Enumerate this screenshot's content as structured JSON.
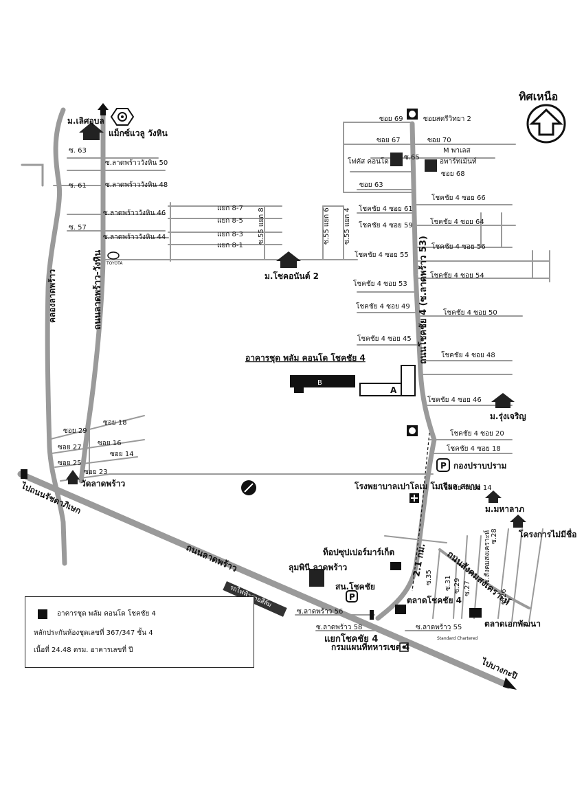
{
  "north": "ทิศเหนือ",
  "roads": {
    "lat_phrao": "ถนนลาดพร้าว",
    "lat_phrao_wang_hin": "ถนนลาดพร้าว-วังหิน",
    "chok_chai_4": "ถนนโชคชัย 4 (ซ.ลาดพร้าว 53)",
    "sena_song_khro": "ถนนสังคมสงเคราะห์",
    "canal": "คลองลาดพร้าว",
    "distance": "2.1 กม.",
    "to_kaset": "ไปถนนรัชดาภิเษก",
    "to_bang_kapi": "ไปบางกะปิ"
  },
  "places": {
    "lert_udom": "ม.เลิศอุบล",
    "makro": "แม็กซ์แวลู วังหิน",
    "toyota": "TOYOTA",
    "chok_anan": "ม.โชคอนันต์ 2",
    "focus_condo": "โฟคัส คอนโด",
    "m_place": "M พาเลส",
    "apartment": "อพาร์ทเม้นท์",
    "building_title": "อาคารชุด พลัม คอนโด โชคชัย 4",
    "building_b": "B",
    "building_a": "A",
    "rung_charoen": "ม.รุ่งเจริญ",
    "police": "กองปราบปราม",
    "hospital": "โรงพยาบาลเปาโลเม โมเรียล สยาม",
    "maha_lap": "ม.มหาลาภ",
    "project": "โครงการไม่มีชื่อ",
    "wat": "วัดลาดพร้าว",
    "tops": "ท็อปซุปเปอร์มาร์เก็ต",
    "lumpini": "ลุมพินี ลาดพร้าว",
    "post": "สน.โชคชัย",
    "market_chok": "ตลาดโชคชัย 4",
    "market_ek": "ตลาดเอกพัฒนา",
    "intersection": "แยกโชคชัย 4",
    "military": "กรมแผนที่ทหารเขต 4",
    "standard": "Standard Chartered",
    "bts": "รถไฟฟ้าสายสีส้ม"
  },
  "left_sois": [
    "ซ. 63",
    "ซ.ลาดพร้าววังหิน 50",
    "ซ. 61",
    "ซ.ลาดพร้าววังหิน 48",
    "ซ.ลาดพร้าววังหิน 46",
    "ซ. 57",
    "ซ.ลาดพร้าววังหิน 44"
  ],
  "branches": [
    "แยก 8-7",
    "แยก 8-5",
    "แยก 8-3",
    "แยก 8-1",
    "ซ.55 แยก 8",
    "ซ.55 แยก 6",
    "ซ.55 แยก 4"
  ],
  "west_sois": [
    "ซอย 69",
    "ซอยสตรีวิทยา 2",
    "ซอย 67",
    "ซอย 70",
    "ซ.65",
    "ซอย 68",
    "ซอย 63"
  ],
  "chok_sois": [
    "โชคชัย 4 ซอย 61",
    "โชคชัย 4 ซอย 59",
    "โชคชัย 4 ซอย 55",
    "โชคชัย 4 ซอย 53",
    "โชคชัย 4 ซอย 49",
    "โชคชัย 4 ซอย 45"
  ],
  "east_sois": [
    "โชคชัย 4 ซอย 66",
    "โชคชัย 4 ซอย 64",
    "โชคชัย 4 ซอย 56",
    "โชคชัย 4 ซอย 54",
    "โชคชัย 4 ซอย 50",
    "โชคชัย 4 ซอย 48",
    "โชคชัย 4 ซอย 46",
    "โชคชัย 4 ซอย 20",
    "โชคชัย 4 ซอย 18",
    "โชคชัย 4ซอย 14"
  ],
  "south_sois": [
    "ซอย 29",
    "ซอย 18",
    "ซอย 16",
    "ซอย 27",
    "ซอย 14",
    "ซอย 25",
    "ซอย 23"
  ],
  "lower_sois": [
    "ซ.ลาดพร้าว 56",
    "ซ.ลาดพร้าว 58",
    "ซ.ลาดพร้าว 55",
    "ซ.35",
    "ซ.31",
    "ซ.29",
    "ซ.27",
    "ซ.26",
    "ซ.28",
    "ซ.สังคมสงเคราะห์"
  ],
  "legend": {
    "line1": "อาคารชุด พลัม คอนโด โชคชัย 4",
    "line2": "หลักประกันห้องชุดเลขที่ 367/347 ชั้น 4",
    "line3": "เนื้อที่ 24.48 ตรม. อาคารเลขที่ ปี"
  }
}
